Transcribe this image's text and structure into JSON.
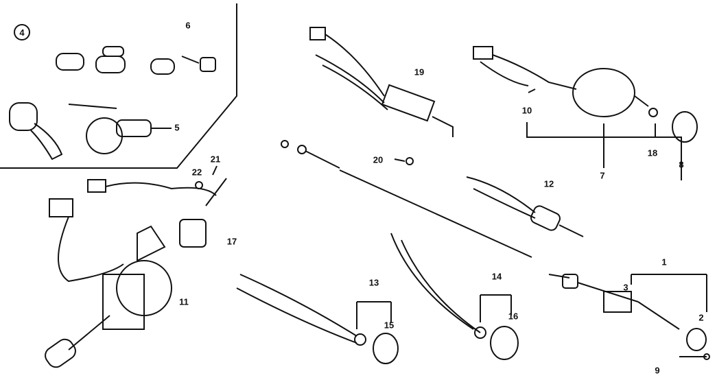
{
  "title": "Combination switch / ignition lock / cables parts diagram",
  "group_label": "4",
  "labels": {
    "p1": "1",
    "p2": "2",
    "p3": "3",
    "p5": "5",
    "p6": "6",
    "p7": "7",
    "p8": "8",
    "p9": "9",
    "p10": "10",
    "p11": "11",
    "p12": "12",
    "p13": "13",
    "p14": "14",
    "p15": "15",
    "p16": "16",
    "p17": "17",
    "p18": "18",
    "p19": "19",
    "p20": "20",
    "p21": "21",
    "p22": "22"
  }
}
